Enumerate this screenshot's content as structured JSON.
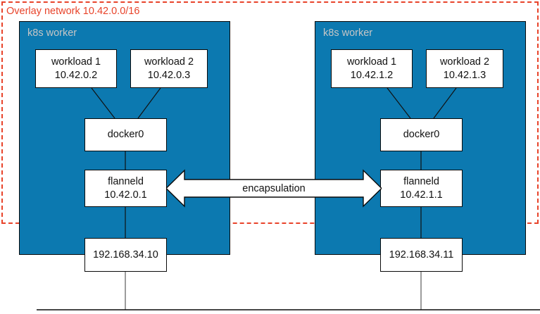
{
  "diagram": {
    "overlay": {
      "label": "Overlay network 10.42.0.0/16",
      "border_color": "#e8432a"
    },
    "workers": [
      {
        "label": "k8s worker",
        "fill_color": "#0c79b0",
        "workloads": [
          {
            "name": "workload 1",
            "ip": "10.42.0.2"
          },
          {
            "name": "workload 2",
            "ip": "10.42.0.3"
          }
        ],
        "bridge": {
          "name": "docker0"
        },
        "flannel": {
          "name": "flanneld",
          "ip": "10.42.0.1"
        },
        "host_ip": "192.168.34.10"
      },
      {
        "label": "k8s worker",
        "fill_color": "#0c79b0",
        "workloads": [
          {
            "name": "workload 1",
            "ip": "10.42.1.2"
          },
          {
            "name": "workload 2",
            "ip": "10.42.1.3"
          }
        ],
        "bridge": {
          "name": "docker0"
        },
        "flannel": {
          "name": "flanneld",
          "ip": "10.42.1.1"
        },
        "host_ip": "192.168.34.11"
      }
    ],
    "tunnel": {
      "label": "encapsulation",
      "direction": "bidirectional"
    }
  }
}
